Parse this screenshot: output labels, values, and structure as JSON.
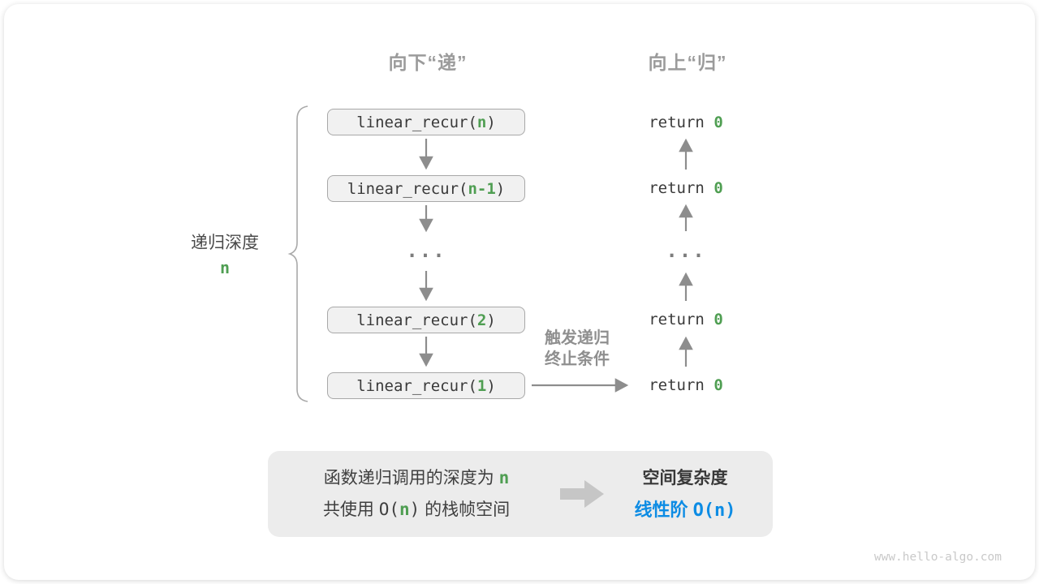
{
  "headers": {
    "down": "向下“递”",
    "up": "向上“归”"
  },
  "depth": {
    "label": "递归深度",
    "value": "n"
  },
  "calls": [
    {
      "pre": "linear_recur(",
      "arg": "n",
      "post": ")"
    },
    {
      "pre": "linear_recur(",
      "arg": "n-1",
      "post": ")"
    },
    {
      "pre": "linear_recur(",
      "arg": "2",
      "post": ")"
    },
    {
      "pre": "linear_recur(",
      "arg": "1",
      "post": ")"
    }
  ],
  "ellipsis": "...",
  "returns": [
    {
      "pre": "return ",
      "val": "0"
    },
    {
      "pre": "return ",
      "val": "0"
    },
    {
      "pre": "return ",
      "val": "0"
    },
    {
      "pre": "return ",
      "val": "0"
    }
  ],
  "trigger": {
    "line1": "触发递归",
    "line2": "终止条件"
  },
  "summary": {
    "line1": {
      "a": "函数递归调用的深度为 ",
      "b": "n"
    },
    "line2": {
      "a": "共使用 ",
      "b": "O(",
      "c": "n",
      "d": ")",
      "e": " 的栈帧空间"
    },
    "result_title": "空间复杂度",
    "result_value_text": "线性阶 ",
    "result_value_code": "O(n)"
  },
  "watermark": "www.hello-algo.com",
  "colors": {
    "green": "#4f9e52",
    "blue": "#0d8ce4",
    "gray_label": "#9b9b9b",
    "arrow": "#8d8d8d",
    "box_fill": "#f1f1f1",
    "panel_fill": "#ececec"
  }
}
